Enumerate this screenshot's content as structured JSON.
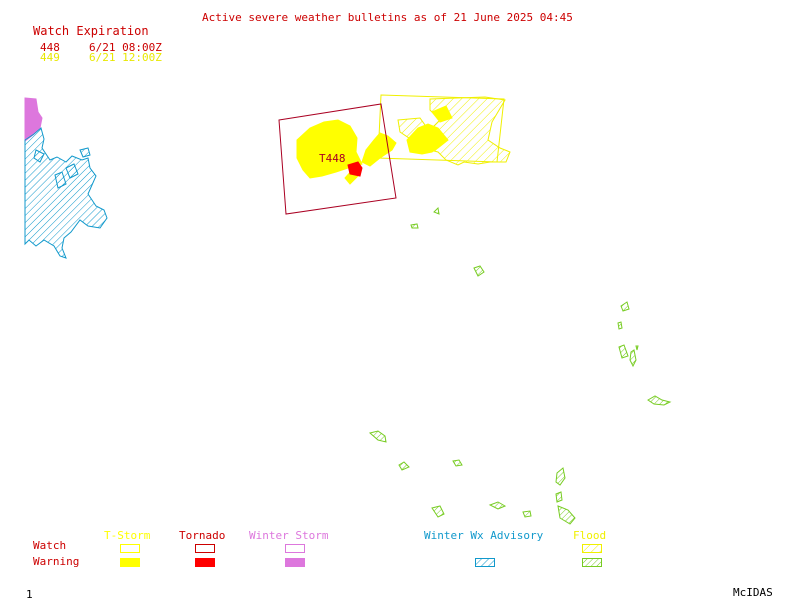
{
  "title": "Active severe weather bulletins as of 21 June 2025 04:45",
  "watch_expiration": {
    "heading": "Watch Expiration",
    "rows": [
      {
        "id": "448",
        "time": "6/21 08:00Z"
      },
      {
        "id": "449",
        "time": "6/21 12:00Z"
      }
    ]
  },
  "map": {
    "watch_box_label": "T448"
  },
  "legend": {
    "row_labels": {
      "watch": "Watch",
      "warning": "Warning"
    },
    "categories": [
      {
        "label": "T-Storm"
      },
      {
        "label": "Tornado"
      },
      {
        "label": "Winter Storm"
      },
      {
        "label": "Winter Wx Advisory"
      },
      {
        "label": "Flood"
      }
    ]
  },
  "footer": {
    "frame_number": "1",
    "brand": "McIDAS"
  },
  "colors": {
    "title": "#cc0000",
    "tstorm": "#ffff00",
    "tornado": "#ff0000",
    "tornado_watch": "#aa0022",
    "winter_storm": "#dd77dd",
    "winter_advisory": "#1199cc",
    "flood": "#77cc22",
    "watch_448": "#cc0000",
    "watch_449": "#ffff00"
  }
}
